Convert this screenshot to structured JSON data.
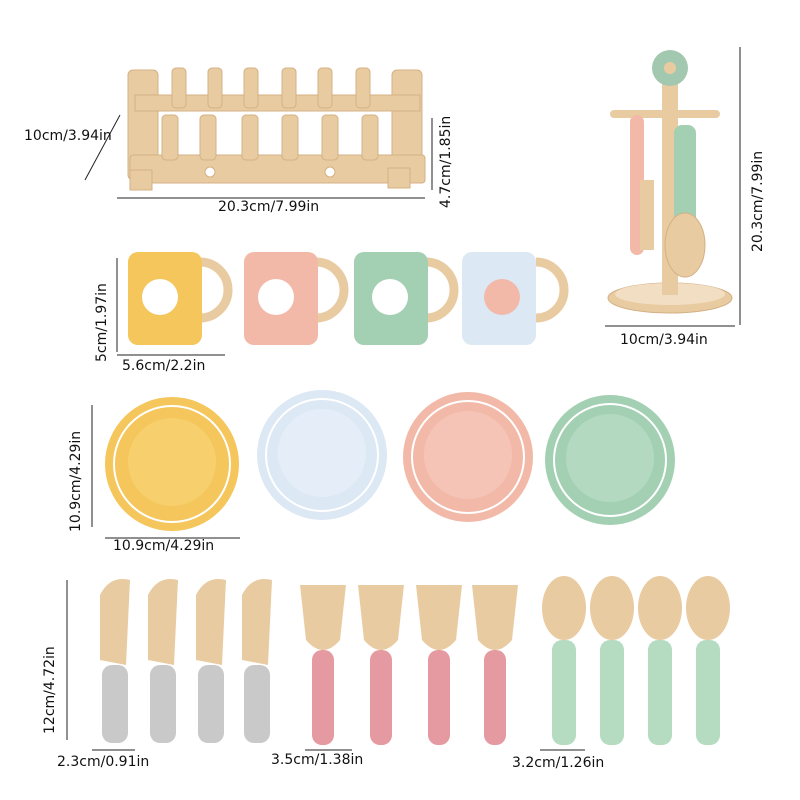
{
  "dimensions": {
    "rack_depth": "10cm/3.94in",
    "rack_height": "4.7cm/1.85in",
    "rack_width": "20.3cm/7.99in",
    "stand_height": "20.3cm/7.99in",
    "stand_base": "10cm/3.94in",
    "cup_height": "5cm/1.97in",
    "cup_width": "5.6cm/2.2in",
    "plate_height": "10.9cm/4.29in",
    "plate_width": "10.9cm/4.29in",
    "utensil_length": "12cm/4.72in",
    "knife_width": "2.3cm/0.91in",
    "fork_width": "3.5cm/1.38in",
    "spoon_width": "3.2cm/1.26in"
  },
  "colors": {
    "wood": "#e9cba2",
    "yellow": "#f4c65c",
    "pink": "#f2b9a9",
    "green": "#a3d0b3",
    "blue": "#dce8f4",
    "grey": "#c9c9c9",
    "rose": "#e49aa0",
    "mint": "#b5dcc0"
  }
}
